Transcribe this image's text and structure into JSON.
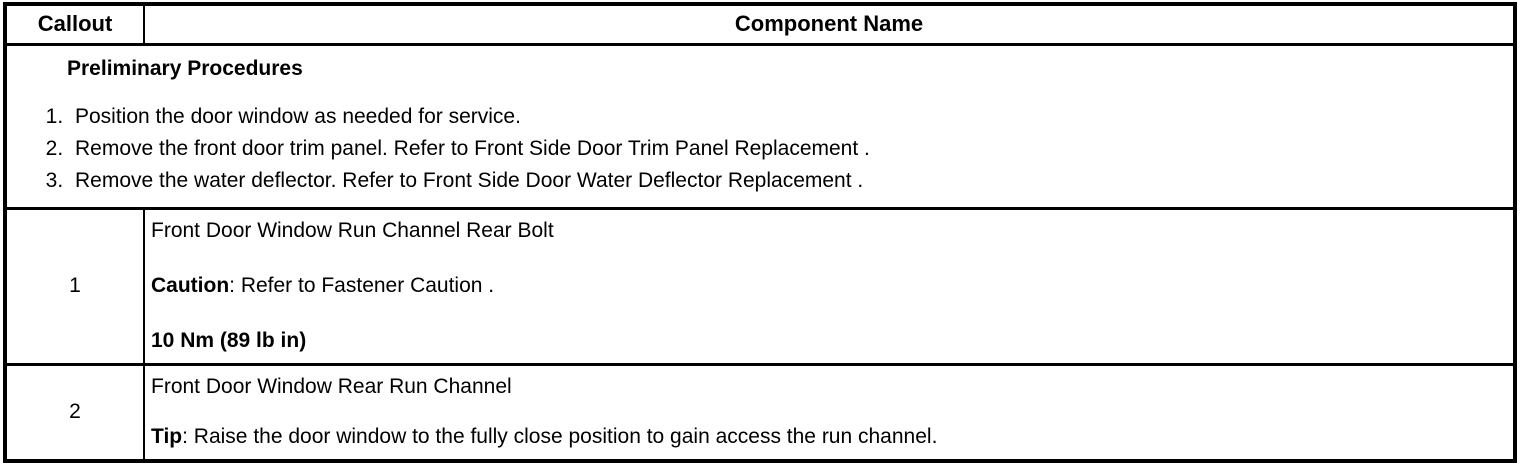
{
  "header": {
    "callout": "Callout",
    "component_name": "Component Name"
  },
  "preliminary": {
    "title": "Preliminary Procedures",
    "steps": [
      "Position the door window as needed for service.",
      "Remove the front door trim panel. Refer to Front Side Door Trim Panel Replacement .",
      "Remove the water deflector. Refer to Front Side Door Water Deflector Replacement ."
    ]
  },
  "rows": [
    {
      "callout": "1",
      "name": "Front Door Window Run Channel Rear Bolt",
      "caution_label": "Caution",
      "caution_rest": ": Refer to Fastener Caution .",
      "torque": "10 Nm (89 lb in)"
    },
    {
      "callout": "2",
      "name": "Front Door Window Rear Run Channel",
      "tip_label": "Tip",
      "tip_rest": ": Raise the door window to the fully close position to gain access the run channel."
    }
  ],
  "colors": {
    "border": "#000000",
    "text": "#000000",
    "background": "#ffffff"
  }
}
